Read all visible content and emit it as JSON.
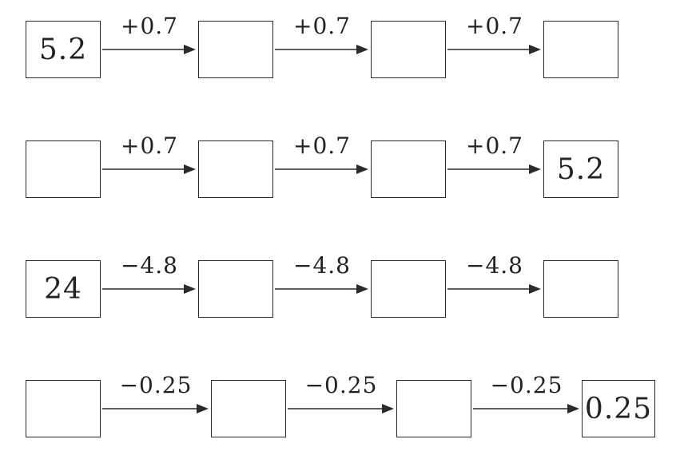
{
  "chains": [
    {
      "name": "chain-1",
      "boxes": [
        "5.2",
        "",
        "",
        ""
      ],
      "operations": [
        "+0.7",
        "+0.7",
        "+0.7"
      ]
    },
    {
      "name": "chain-2",
      "boxes": [
        "",
        "",
        "",
        "5.2"
      ],
      "operations": [
        "+0.7",
        "+0.7",
        "+0.7"
      ]
    },
    {
      "name": "chain-3",
      "boxes": [
        "24",
        "",
        "",
        ""
      ],
      "operations": [
        "−4.8",
        "−4.8",
        "−4.8"
      ]
    },
    {
      "name": "chain-4",
      "boxes": [
        "",
        "",
        "",
        "0.25"
      ],
      "operations": [
        "−0.25",
        "−0.25",
        "−0.25"
      ]
    }
  ]
}
